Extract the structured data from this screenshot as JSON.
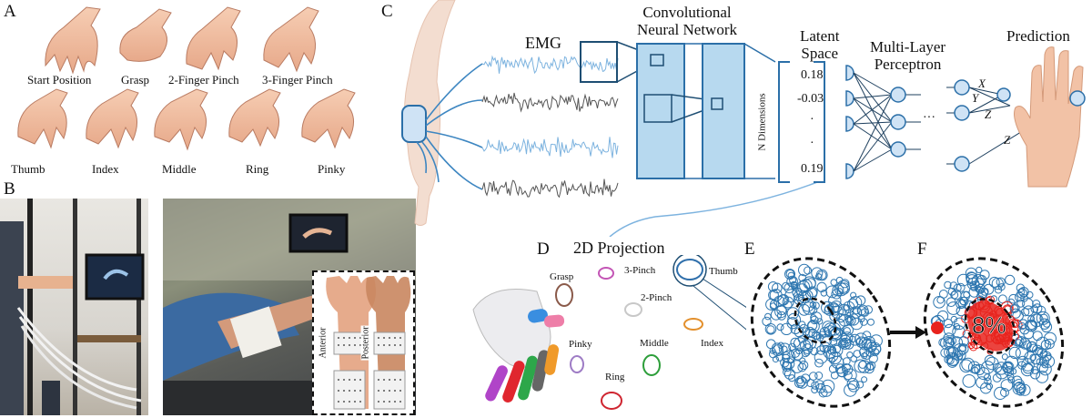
{
  "panels": {
    "a": "A",
    "b": "B",
    "c": "C",
    "d": "D",
    "e": "E",
    "f": "F"
  },
  "gestures": {
    "row1": [
      "Start Position",
      "Grasp",
      "2-Finger Pinch",
      "3-Finger Pinch"
    ],
    "row2": [
      "Thumb",
      "Index",
      "Middle",
      "Ring",
      "Pinky"
    ]
  },
  "inset": {
    "anterior": "Anterior",
    "posterior": "Posterior"
  },
  "pipeline": {
    "emg": "EMG",
    "cnn": "Convolutional\nNeural Network",
    "latent": "Latent\nSpace",
    "mlp": "Multi-Layer\nPerceptron",
    "prediction": "Prediction",
    "dims_label": "N Dimensions",
    "latent_values": [
      "0.18",
      "-0.03",
      "·",
      "·",
      "0.19"
    ],
    "ellipsis": "···",
    "axis_labels": [
      "X",
      "Y",
      "Z",
      "Z"
    ]
  },
  "projection": {
    "title": "2D Projection",
    "clusters": [
      "Grasp",
      "3-Pinch",
      "Thumb",
      "2-Pinch",
      "Pinky",
      "Middle",
      "Index",
      "Ring"
    ]
  },
  "overlap": {
    "percent": "8%"
  },
  "colors": {
    "emg_blue": "#7db3df",
    "emg_gray": "#555555",
    "box_blue": "#b7d9ef",
    "node_blue": "#cfe3f5",
    "cluster_blue": "#2f77b0",
    "overlap_red": "#e8231d"
  }
}
